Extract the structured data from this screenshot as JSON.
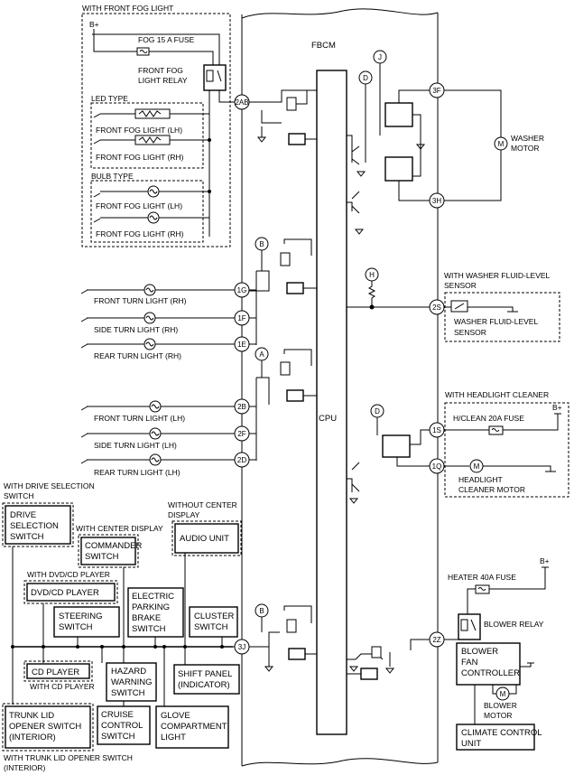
{
  "labels": {
    "with_front_fog_light": "WITH FRONT FOG LIGHT",
    "b_plus": "B+",
    "fog_fuse": "FOG 15 A FUSE",
    "front_fog_relay_1": "FRONT FOG",
    "front_fog_relay_2": "LIGHT RELAY",
    "led_type": "LED TYPE",
    "bulb_type": "BULB TYPE",
    "ffl_lh": "FRONT FOG LIGHT (LH)",
    "ffl_rh": "FRONT FOG LIGHT (RH)",
    "fbcm": "FBCM",
    "cpu": "CPU",
    "washer_motor_1": "WASHER",
    "washer_motor_2": "MOTOR",
    "with_washer_fluid_1": "WITH WASHER FLUID-LEVEL",
    "with_washer_fluid_2": "SENSOR",
    "washer_fluid_sensor_1": "WASHER FLUID-LEVEL",
    "washer_fluid_sensor_2": "SENSOR",
    "front_turn_rh": "FRONT TURN LIGHT (RH)",
    "side_turn_rh": "SIDE TURN LIGHT (RH)",
    "rear_turn_rh": "REAR TURN LIGHT (RH)",
    "front_turn_lh": "FRONT TURN LIGHT (LH)",
    "side_turn_lh": "SIDE TURN LIGHT (LH)",
    "rear_turn_lh": "REAR TURN LIGHT (LH)",
    "with_headlight_cleaner": "WITH HEADLIGHT CLEANER",
    "hclean_fuse": "H/CLEAN 20A FUSE",
    "headlight_cleaner_1": "HEADLIGHT",
    "headlight_cleaner_2": "CLEANER MOTOR",
    "with_drive_sel_1": "WITH DRIVE SELECTION",
    "with_drive_sel_2": "SWITCH",
    "drive_sel_1": "DRIVE",
    "drive_sel_2": "SELECTION",
    "drive_sel_3": "SWITCH",
    "with_center_display": "WITH CENTER DISPLAY",
    "commander_1": "COMMANDER",
    "commander_2": "SWITCH",
    "without_center_1": "WITHOUT CENTER",
    "without_center_2": "DISPLAY",
    "audio_unit": "AUDIO UNIT",
    "with_dvd": "WITH DVD/CD PLAYER",
    "dvd_player": "DVD/CD PLAYER",
    "epb_1": "ELECTRIC",
    "epb_2": "PARKING",
    "epb_3": "BRAKE",
    "epb_4": "SWITCH",
    "cluster_1": "CLUSTER",
    "cluster_2": "SWITCH",
    "steering_1": "STEERING",
    "steering_2": "SWITCH",
    "cd_player": "CD PLAYER",
    "with_cd": "WITH CD PLAYER",
    "hazard_1": "HAZARD",
    "hazard_2": "WARNING",
    "hazard_3": "SWITCH",
    "shift_1": "SHIFT PANEL",
    "shift_2": "(INDICATOR)",
    "trunk_1": "TRUNK LID",
    "trunk_2": "OPENER SWITCH",
    "trunk_3": "(INTERIOR)",
    "cruise_1": "CRUISE",
    "cruise_2": "CONTROL",
    "cruise_3": "SWITCH",
    "glove_1": "GLOVE",
    "glove_2": "COMPARTMENT",
    "glove_3": "LIGHT",
    "with_trunk_1": "WITH TRUNK LID OPENER SWITCH",
    "with_trunk_2": "(INTERIOR)",
    "heater_fuse": "HEATER 40A FUSE",
    "blower_relay": "BLOWER RELAY",
    "blower_fan_1": "BLOWER",
    "blower_fan_2": "FAN",
    "blower_fan_3": "CONTROLLER",
    "blower_motor_1": "BLOWER",
    "blower_motor_2": "MOTOR",
    "climate_1": "CLIMATE CONTROL",
    "climate_2": "UNIT"
  },
  "pins": {
    "p2ab": "2AB",
    "p3f": "3F",
    "p3h": "3H",
    "p1g": "1G",
    "p1f": "1F",
    "p1e": "1E",
    "p2s": "2S",
    "p2b": "2B",
    "p2f": "2F",
    "p2d": "2D",
    "p1s": "1S",
    "p1q": "1Q",
    "p3j": "3J",
    "p2z": "2Z"
  },
  "refs": {
    "j": "J",
    "d": "D",
    "b": "B",
    "h": "H",
    "a": "A",
    "d2": "D",
    "b2": "B"
  },
  "symbols": {
    "m": "M"
  }
}
